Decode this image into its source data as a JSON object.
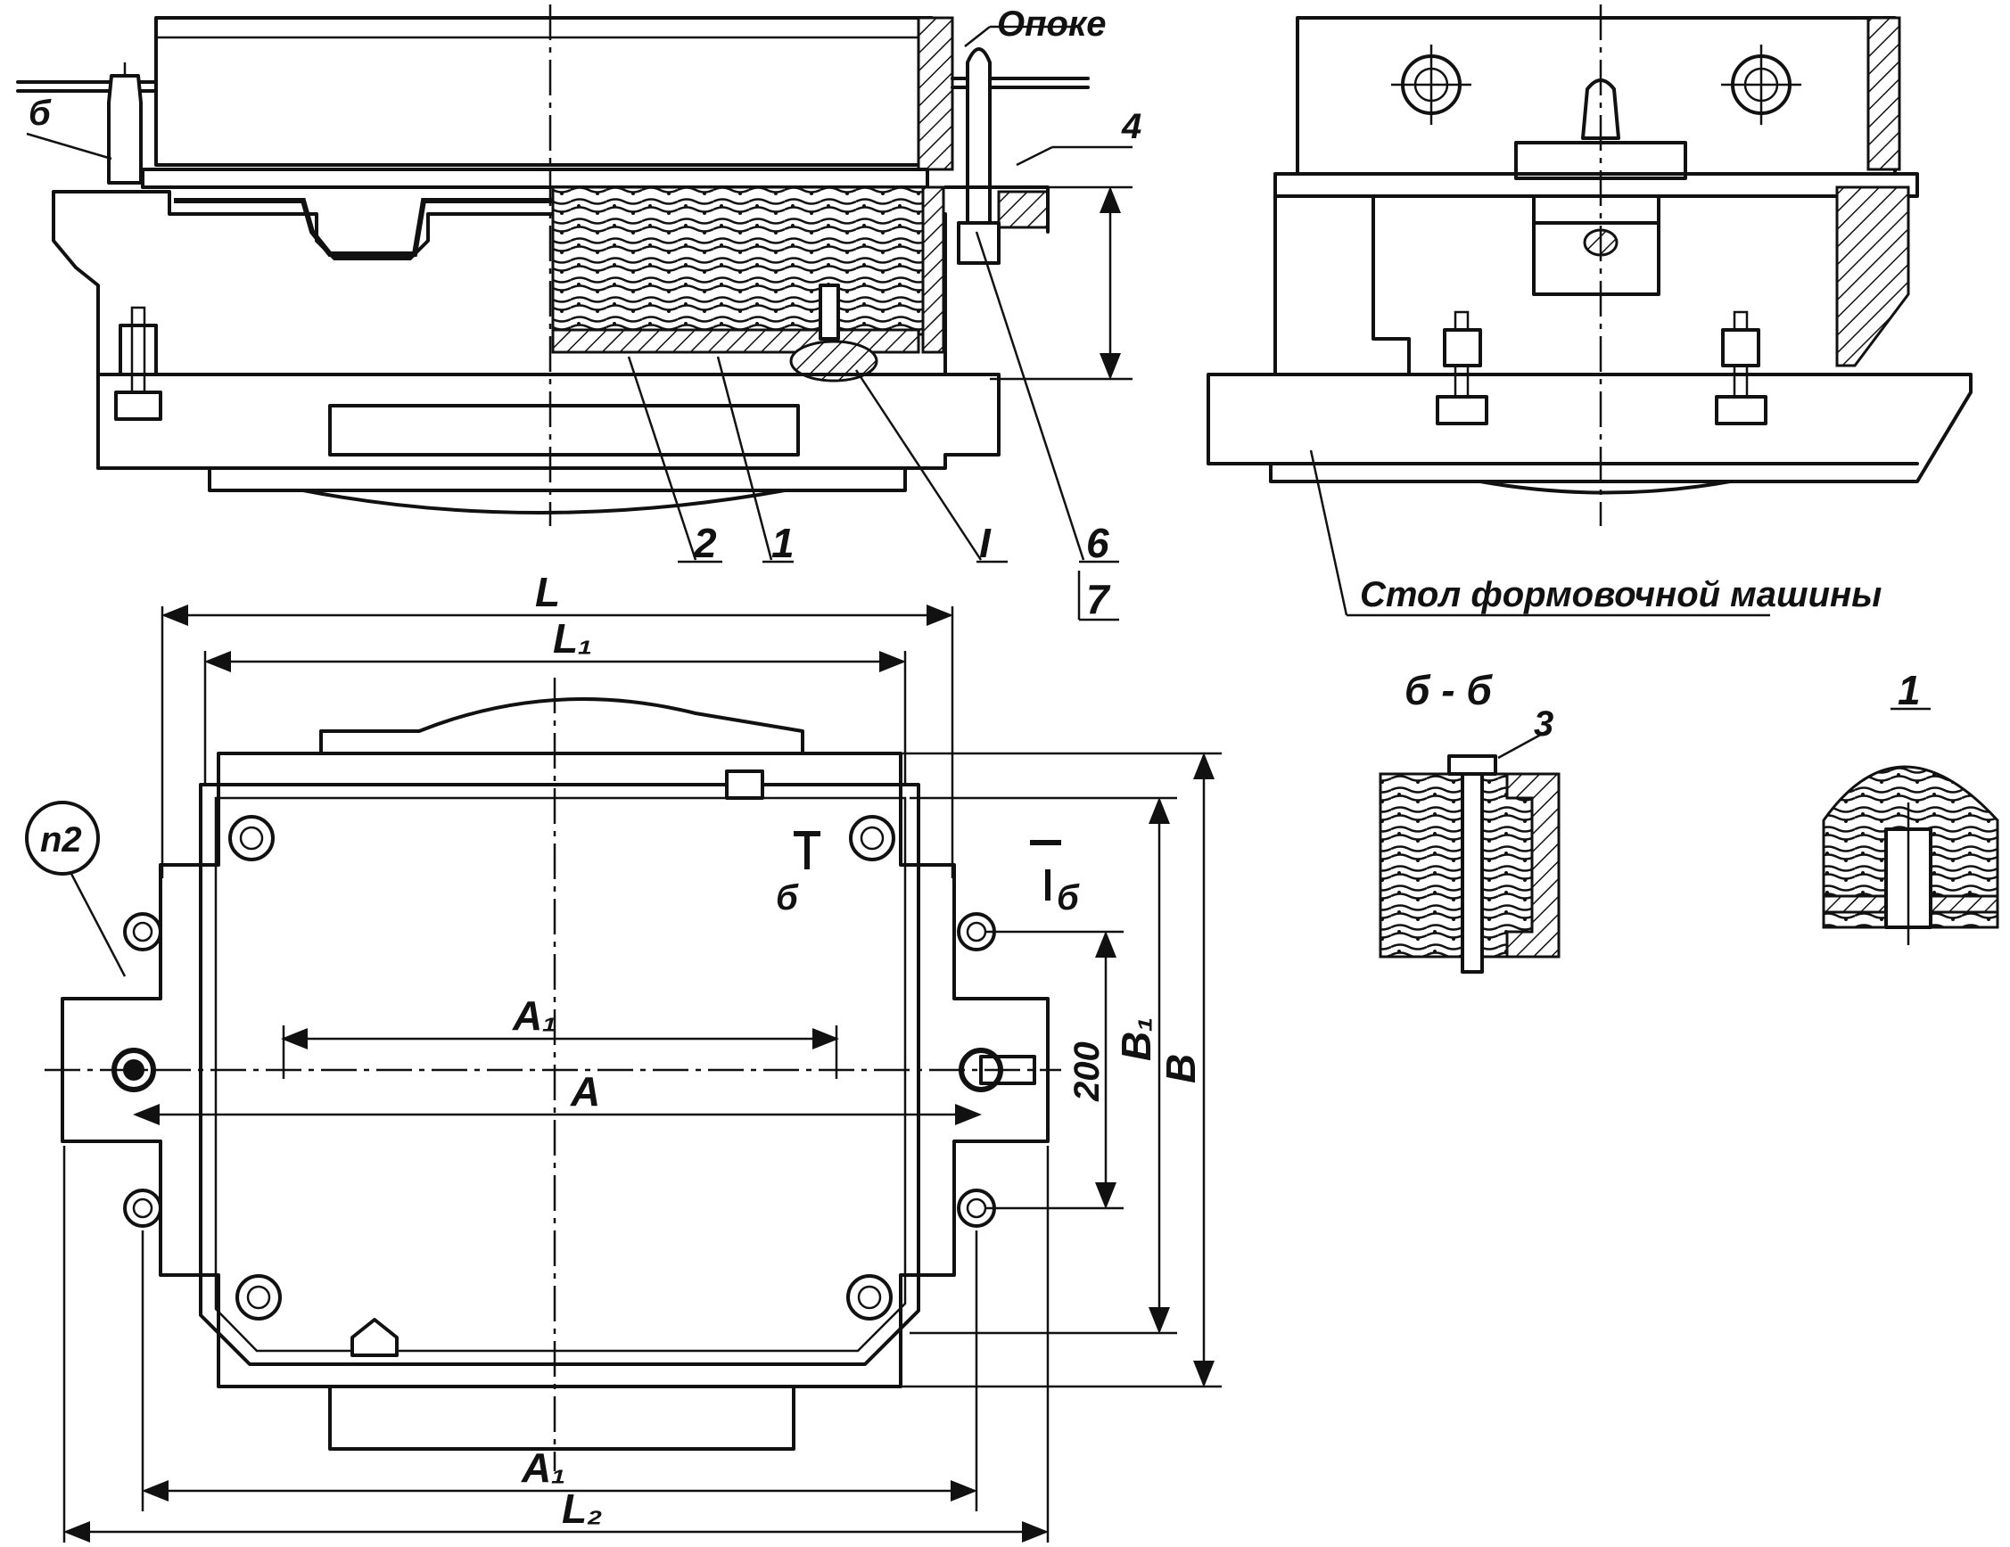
{
  "labels": {
    "flask": "Опоке",
    "machine_table": "Стол формовочной машины",
    "callout_2": "2",
    "callout_1": "1",
    "callout_I": "I",
    "callout_6": "6",
    "callout_7": "7",
    "callout_4": "4",
    "callout_b": "б",
    "section_bb": "б - б",
    "detail_1": "1",
    "item_3": "3",
    "n2": "n2",
    "cut_mark_left": "б",
    "cut_mark_right": "б"
  },
  "dimensions": {
    "L": "L",
    "L1": "L₁",
    "L2": "L₂",
    "A": "A",
    "A1_top": "A₁",
    "A1_bottom": "A₁",
    "B": "B",
    "B1": "B₁",
    "d200": "200"
  }
}
